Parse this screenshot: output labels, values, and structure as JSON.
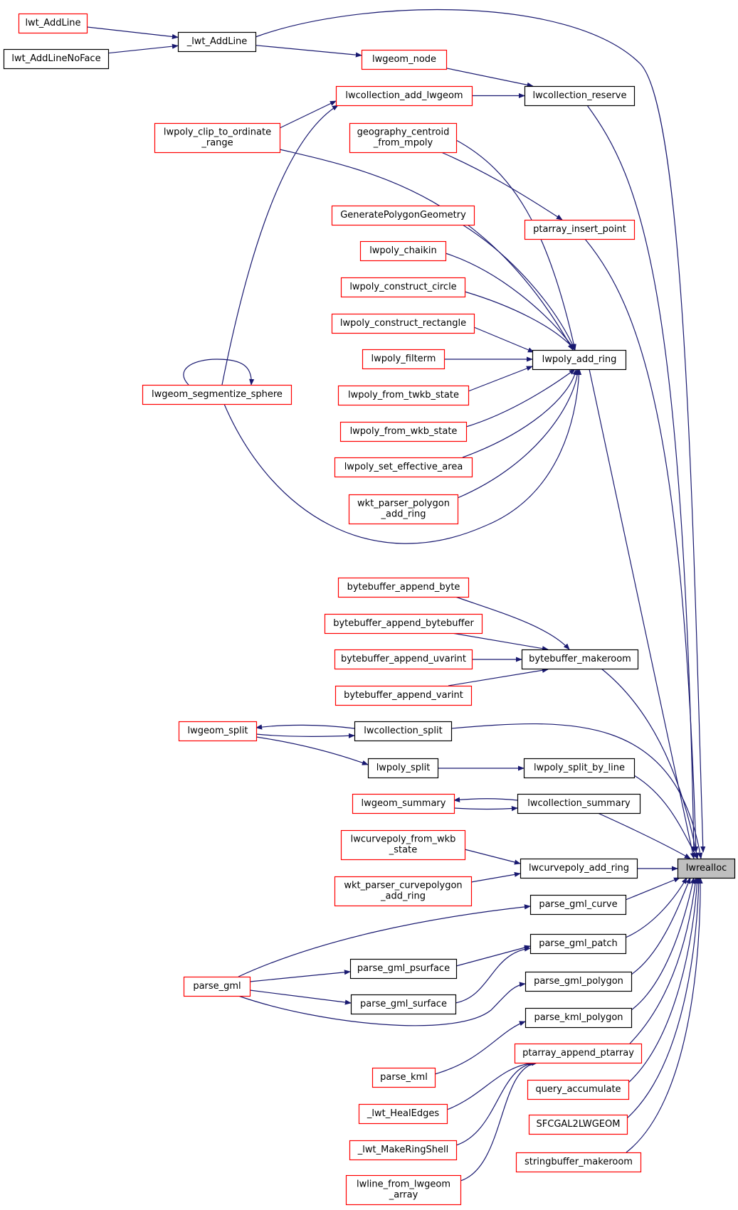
{
  "colors": {
    "edge": "#191970",
    "node_red": "#ff0000",
    "node_black": "#000000",
    "focus_fill": "#bfbfbf",
    "text": "#000000"
  },
  "nodes": {
    "lwt_addline": {
      "label": [
        "lwt_AddLine"
      ],
      "style": "red"
    },
    "lwt_addlinenoface": {
      "label": [
        "lwt_AddLineNoFace"
      ],
      "style": "black"
    },
    "_lwt_addline": {
      "label": [
        "_lwt_AddLine"
      ],
      "style": "black"
    },
    "lwgeom_node": {
      "label": [
        "lwgeom_node"
      ],
      "style": "red"
    },
    "lwcollection_add_lwgeom": {
      "label": [
        "lwcollection_add_lwgeom"
      ],
      "style": "red"
    },
    "lwcollection_reserve": {
      "label": [
        "lwcollection_reserve"
      ],
      "style": "black"
    },
    "lwpoly_clip_to_ordinate_range": {
      "label": [
        "lwpoly_clip_to_ordinate",
        "_range"
      ],
      "style": "red"
    },
    "geography_centroid_from_mpoly": {
      "label": [
        "geography_centroid",
        "_from_mpoly"
      ],
      "style": "red"
    },
    "ptarray_insert_point": {
      "label": [
        "ptarray_insert_point"
      ],
      "style": "red"
    },
    "generatepolygongeometry": {
      "label": [
        "GeneratePolygonGeometry"
      ],
      "style": "red"
    },
    "lwpoly_chaikin": {
      "label": [
        "lwpoly_chaikin"
      ],
      "style": "red"
    },
    "lwpoly_construct_circle": {
      "label": [
        "lwpoly_construct_circle"
      ],
      "style": "red"
    },
    "lwpoly_construct_rectangle": {
      "label": [
        "lwpoly_construct_rectangle"
      ],
      "style": "red"
    },
    "lwpoly_filterm": {
      "label": [
        "lwpoly_filterm"
      ],
      "style": "red"
    },
    "lwpoly_add_ring": {
      "label": [
        "lwpoly_add_ring"
      ],
      "style": "black"
    },
    "lwgeom_segmentize_sphere": {
      "label": [
        "lwgeom_segmentize_sphere"
      ],
      "style": "red"
    },
    "lwpoly_from_twkb_state": {
      "label": [
        "lwpoly_from_twkb_state"
      ],
      "style": "red"
    },
    "lwpoly_from_wkb_state": {
      "label": [
        "lwpoly_from_wkb_state"
      ],
      "style": "red"
    },
    "lwpoly_set_effective_area": {
      "label": [
        "lwpoly_set_effective_area"
      ],
      "style": "red"
    },
    "wkt_parser_polygon_add_ring": {
      "label": [
        "wkt_parser_polygon",
        "_add_ring"
      ],
      "style": "red"
    },
    "bytebuffer_append_byte": {
      "label": [
        "bytebuffer_append_byte"
      ],
      "style": "red"
    },
    "bytebuffer_append_bytebuffer": {
      "label": [
        "bytebuffer_append_bytebuffer"
      ],
      "style": "red"
    },
    "bytebuffer_append_uvarint": {
      "label": [
        "bytebuffer_append_uvarint"
      ],
      "style": "red"
    },
    "bytebuffer_makeroom": {
      "label": [
        "bytebuffer_makeroom"
      ],
      "style": "black"
    },
    "bytebuffer_append_varint": {
      "label": [
        "bytebuffer_append_varint"
      ],
      "style": "red"
    },
    "lwgeom_split": {
      "label": [
        "lwgeom_split"
      ],
      "style": "red"
    },
    "lwcollection_split": {
      "label": [
        "lwcollection_split"
      ],
      "style": "black"
    },
    "lwpoly_split": {
      "label": [
        "lwpoly_split"
      ],
      "style": "black"
    },
    "lwpoly_split_by_line": {
      "label": [
        "lwpoly_split_by_line"
      ],
      "style": "black"
    },
    "lwgeom_summary": {
      "label": [
        "lwgeom_summary"
      ],
      "style": "red"
    },
    "lwcollection_summary": {
      "label": [
        "lwcollection_summary"
      ],
      "style": "black"
    },
    "lwcurvepoly_from_wkb_state": {
      "label": [
        "lwcurvepoly_from_wkb",
        "_state"
      ],
      "style": "red"
    },
    "lwcurvepoly_add_ring": {
      "label": [
        "lwcurvepoly_add_ring"
      ],
      "style": "black"
    },
    "lwrealloc": {
      "label": [
        "lwrealloc"
      ],
      "style": "focus"
    },
    "wkt_parser_curvepolygon_add_ring": {
      "label": [
        "wkt_parser_curvepolygon",
        "_add_ring"
      ],
      "style": "red"
    },
    "parse_gml_curve": {
      "label": [
        "parse_gml_curve"
      ],
      "style": "black"
    },
    "parse_gml_patch": {
      "label": [
        "parse_gml_patch"
      ],
      "style": "black"
    },
    "parse_gml_psurface": {
      "label": [
        "parse_gml_psurface"
      ],
      "style": "black"
    },
    "parse_gml": {
      "label": [
        "parse_gml"
      ],
      "style": "red"
    },
    "parse_gml_polygon": {
      "label": [
        "parse_gml_polygon"
      ],
      "style": "black"
    },
    "parse_gml_surface": {
      "label": [
        "parse_gml_surface"
      ],
      "style": "black"
    },
    "parse_kml_polygon": {
      "label": [
        "parse_kml_polygon"
      ],
      "style": "black"
    },
    "ptarray_append_ptarray": {
      "label": [
        "ptarray_append_ptarray"
      ],
      "style": "red"
    },
    "parse_kml": {
      "label": [
        "parse_kml"
      ],
      "style": "red"
    },
    "query_accumulate": {
      "label": [
        "query_accumulate"
      ],
      "style": "red"
    },
    "_lwt_healedges": {
      "label": [
        "_lwt_HealEdges"
      ],
      "style": "red"
    },
    "sfcgal2lwgeom": {
      "label": [
        "SFCGAL2LWGEOM"
      ],
      "style": "red"
    },
    "_lwt_makeringshell": {
      "label": [
        "_lwt_MakeRingShell"
      ],
      "style": "red"
    },
    "stringbuffer_makeroom": {
      "label": [
        "stringbuffer_makeroom"
      ],
      "style": "red"
    },
    "lwline_from_lwgeom_array": {
      "label": [
        "lwline_from_lwgeom",
        "_array"
      ],
      "style": "red"
    }
  },
  "edges": [
    [
      "lwt_addline",
      "_lwt_addline"
    ],
    [
      "lwt_addlinenoface",
      "_lwt_addline"
    ],
    [
      "_lwt_addline",
      "lwgeom_node"
    ],
    [
      "_lwt_addline",
      "lwrealloc"
    ],
    [
      "lwgeom_node",
      "lwcollection_reserve"
    ],
    [
      "lwcollection_add_lwgeom",
      "lwcollection_reserve"
    ],
    [
      "lwcollection_reserve",
      "lwrealloc"
    ],
    [
      "lwpoly_clip_to_ordinate_range",
      "lwcollection_add_lwgeom"
    ],
    [
      "lwpoly_clip_to_ordinate_range",
      "lwpoly_add_ring"
    ],
    [
      "geography_centroid_from_mpoly",
      "ptarray_insert_point"
    ],
    [
      "geography_centroid_from_mpoly",
      "lwpoly_add_ring"
    ],
    [
      "ptarray_insert_point",
      "lwrealloc"
    ],
    [
      "generatepolygongeometry",
      "lwpoly_add_ring"
    ],
    [
      "lwpoly_chaikin",
      "lwpoly_add_ring"
    ],
    [
      "lwpoly_construct_circle",
      "lwpoly_add_ring"
    ],
    [
      "lwpoly_construct_rectangle",
      "lwpoly_add_ring"
    ],
    [
      "lwpoly_filterm",
      "lwpoly_add_ring"
    ],
    [
      "lwpoly_from_twkb_state",
      "lwpoly_add_ring"
    ],
    [
      "lwpoly_from_wkb_state",
      "lwpoly_add_ring"
    ],
    [
      "lwpoly_set_effective_area",
      "lwpoly_add_ring"
    ],
    [
      "wkt_parser_polygon_add_ring",
      "lwpoly_add_ring"
    ],
    [
      "lwgeom_segmentize_sphere",
      "lwcollection_add_lwgeom"
    ],
    [
      "lwgeom_segmentize_sphere",
      "lwgeom_segmentize_sphere"
    ],
    [
      "lwgeom_segmentize_sphere",
      "lwpoly_add_ring"
    ],
    [
      "lwpoly_add_ring",
      "lwrealloc"
    ],
    [
      "bytebuffer_append_byte",
      "bytebuffer_makeroom"
    ],
    [
      "bytebuffer_append_bytebuffer",
      "bytebuffer_makeroom"
    ],
    [
      "bytebuffer_append_uvarint",
      "bytebuffer_makeroom"
    ],
    [
      "bytebuffer_append_varint",
      "bytebuffer_makeroom"
    ],
    [
      "bytebuffer_makeroom",
      "lwrealloc"
    ],
    [
      "lwcollection_split",
      "lwgeom_split"
    ],
    [
      "lwgeom_split",
      "lwcollection_split"
    ],
    [
      "lwgeom_split",
      "lwpoly_split"
    ],
    [
      "lwcollection_split",
      "lwrealloc"
    ],
    [
      "lwpoly_split",
      "lwpoly_split_by_line"
    ],
    [
      "lwpoly_split_by_line",
      "lwrealloc"
    ],
    [
      "lwcollection_summary",
      "lwgeom_summary"
    ],
    [
      "lwgeom_summary",
      "lwcollection_summary"
    ],
    [
      "lwcollection_summary",
      "lwrealloc"
    ],
    [
      "lwcurvepoly_from_wkb_state",
      "lwcurvepoly_add_ring"
    ],
    [
      "wkt_parser_curvepolygon_add_ring",
      "lwcurvepoly_add_ring"
    ],
    [
      "lwcurvepoly_add_ring",
      "lwrealloc"
    ],
    [
      "parse_gml",
      "parse_gml_curve"
    ],
    [
      "parse_gml",
      "parse_gml_psurface"
    ],
    [
      "parse_gml",
      "parse_gml_surface"
    ],
    [
      "parse_gml",
      "parse_gml_polygon"
    ],
    [
      "parse_gml_psurface",
      "parse_gml_patch"
    ],
    [
      "parse_gml_surface",
      "parse_gml_patch"
    ],
    [
      "parse_gml_curve",
      "lwrealloc"
    ],
    [
      "parse_gml_patch",
      "lwrealloc"
    ],
    [
      "parse_gml_polygon",
      "lwrealloc"
    ],
    [
      "parse_kml",
      "parse_kml_polygon"
    ],
    [
      "parse_kml_polygon",
      "lwrealloc"
    ],
    [
      "_lwt_healedges",
      "ptarray_append_ptarray"
    ],
    [
      "_lwt_makeringshell",
      "ptarray_append_ptarray"
    ],
    [
      "lwline_from_lwgeom_array",
      "ptarray_append_ptarray"
    ],
    [
      "ptarray_append_ptarray",
      "lwrealloc"
    ],
    [
      "query_accumulate",
      "lwrealloc"
    ],
    [
      "sfcgal2lwgeom",
      "lwrealloc"
    ],
    [
      "stringbuffer_makeroom",
      "lwrealloc"
    ]
  ]
}
